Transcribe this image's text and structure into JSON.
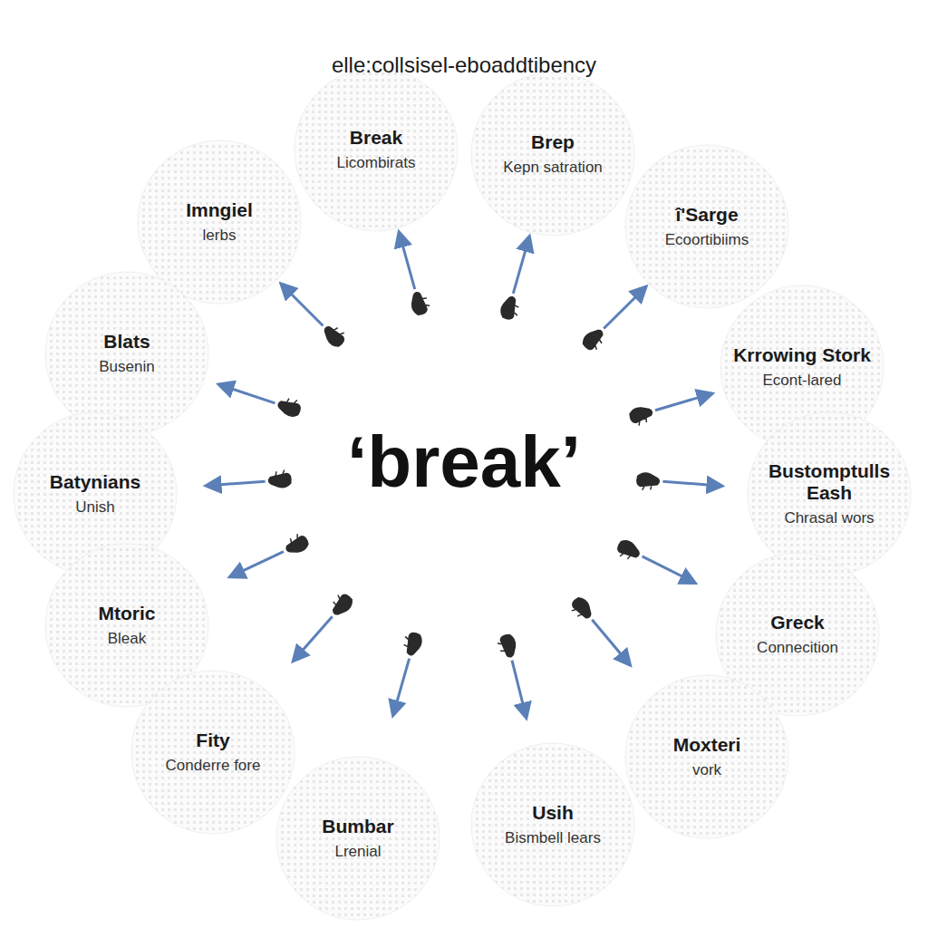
{
  "diagram": {
    "title": "elle:collsisel-eboaddtibency",
    "nodes": [
      {
        "text": [
          "Break",
          "Licombirats"
        ]
      },
      {
        "text": [
          "Brep",
          "Kepn satration"
        ]
      },
      {
        "text": [
          "Imngiel",
          "lerbs"
        ]
      },
      {
        "text": [
          "î'Sarge",
          "Ecoortibiims"
        ]
      },
      {
        "text": [
          "Blats",
          "Busenin"
        ]
      },
      {
        "text": [
          "Krrowing Stork",
          "Econt-lared"
        ]
      },
      {
        "text": [
          "Batynians",
          "Unish"
        ]
      },
      {
        "text": [
          "Bustomptulls Eash",
          "Chrasal wors"
        ]
      },
      {
        "text": [
          "Mtoric",
          "Bleak"
        ]
      },
      {
        "text": [
          "Greck",
          "Connecition"
        ]
      },
      {
        "text": [
          "Fity",
          "Conderre fore"
        ]
      },
      {
        "text": [
          "Moxteri",
          "vork"
        ]
      },
      {
        "text": [
          "Bumbar",
          "Lrenial"
        ]
      },
      {
        "text": [
          "Usih",
          "Bismbell lears"
        ]
      }
    ],
    "labels": [
      "‘break’"
    ]
  }
}
